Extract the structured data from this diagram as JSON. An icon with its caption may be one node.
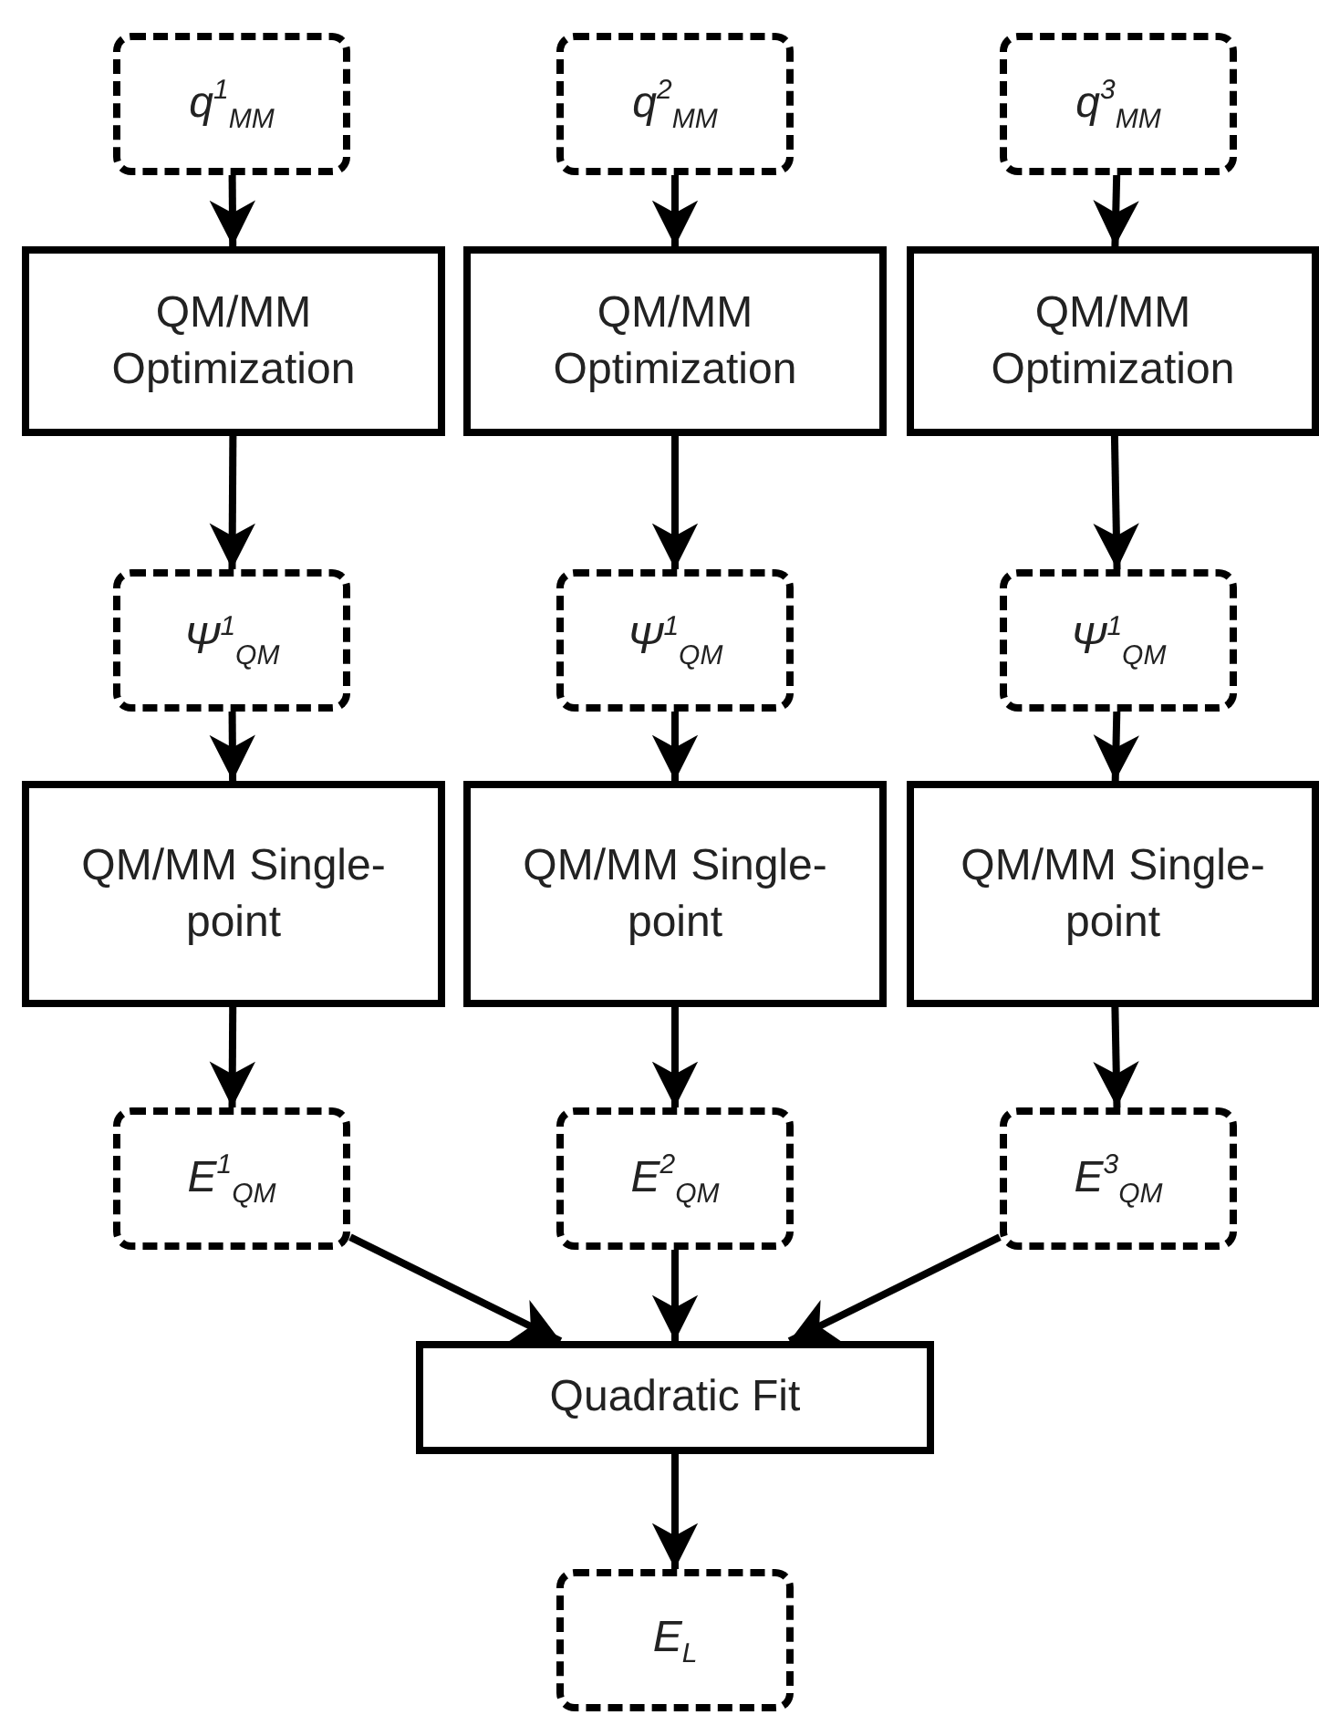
{
  "diagram": {
    "nodes": [
      {
        "text": [
          "q$^{1}$$_{MM}$"
        ]
      },
      {
        "text": [
          "q$^{2}$$_{MM}$"
        ]
      },
      {
        "text": [
          "q$^{3}$$_{MM}$"
        ]
      },
      {
        "text": [
          "QM/MM Optimization"
        ]
      },
      {
        "text": [
          "QM/MM Optimization"
        ]
      },
      {
        "text": [
          "QM/MM Optimization"
        ]
      },
      {
        "text": [
          "Ψ$^{1}$$_{QM}$"
        ]
      },
      {
        "text": [
          "Ψ$^{1}$$_{QM}$"
        ]
      },
      {
        "text": [
          "Ψ$^{1}$$_{QM}$"
        ]
      },
      {
        "text": [
          "QM/MM Single-point"
        ]
      },
      {
        "text": [
          "QM/MM Single-point"
        ]
      },
      {
        "text": [
          "QM/MM Single-point"
        ]
      },
      {
        "text": [
          "E$^{1}$$_{QM}$"
        ]
      },
      {
        "text": [
          "E$^{2}$$_{QM}$"
        ]
      },
      {
        "text": [
          "E$^{3}$$_{QM}$"
        ]
      },
      {
        "text": [
          "Quadratic Fit"
        ]
      },
      {
        "text": [
          "E$_{L}$"
        ]
      }
    ],
    "edges": [
      {
        "from": 0,
        "to": 3,
        "arrow": "to"
      },
      {
        "from": 1,
        "to": 4,
        "arrow": "to"
      },
      {
        "from": 2,
        "to": 5,
        "arrow": "to"
      },
      {
        "from": 3,
        "to": 6,
        "arrow": "to"
      },
      {
        "from": 4,
        "to": 7,
        "arrow": "to"
      },
      {
        "from": 5,
        "to": 8,
        "arrow": "to"
      },
      {
        "from": 6,
        "to": 9,
        "arrow": "to"
      },
      {
        "from": 7,
        "to": 10,
        "arrow": "to"
      },
      {
        "from": 8,
        "to": 11,
        "arrow": "to"
      },
      {
        "from": 9,
        "to": 12,
        "arrow": "to"
      },
      {
        "from": 10,
        "to": 13,
        "arrow": "to"
      },
      {
        "from": 11,
        "to": 14,
        "arrow": "to"
      },
      {
        "from": 12,
        "to": 15,
        "arrow": "to"
      },
      {
        "from": 13,
        "to": 15,
        "arrow": "to"
      },
      {
        "from": 14,
        "to": 15,
        "arrow": "to"
      },
      {
        "from": 15,
        "to": 16,
        "arrow": "to"
      }
    ]
  }
}
